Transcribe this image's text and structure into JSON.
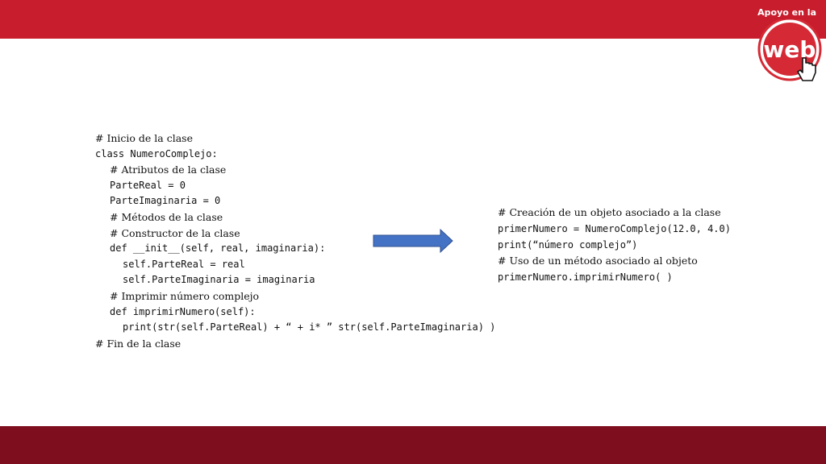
{
  "header": {
    "brand_caption": "Apoyo en la",
    "logo_text": "web",
    "colors": {
      "top_bar": "#c81d2c",
      "bottom_bar": "#7e0e1d",
      "arrow": "#4472c4"
    }
  },
  "left_code": {
    "lines": [
      {
        "text": "# Inicio de la clase",
        "kind": "comment",
        "indent": 0
      },
      {
        "text": "class NumeroComplejo:",
        "kind": "code",
        "indent": 0
      },
      {
        "text": "# Atributos de la clase",
        "kind": "comment",
        "indent": 1
      },
      {
        "text": "ParteReal = 0",
        "kind": "code",
        "indent": 1
      },
      {
        "text": "ParteImaginaria = 0",
        "kind": "code",
        "indent": 1
      },
      {
        "text": "# Métodos de la clase",
        "kind": "comment",
        "indent": 1
      },
      {
        "text": "# Constructor de la clase",
        "kind": "comment",
        "indent": 1
      },
      {
        "text": "def __init__(self, real, imaginaria):",
        "kind": "code",
        "indent": 1
      },
      {
        "text": "self.ParteReal = real",
        "kind": "code",
        "indent": 2
      },
      {
        "text": "self.ParteImaginaria = imaginaria",
        "kind": "code",
        "indent": 2
      },
      {
        "text": "# Imprimir número complejo",
        "kind": "comment",
        "indent": 1
      },
      {
        "text": "def imprimirNumero(self):",
        "kind": "code",
        "indent": 1
      },
      {
        "text": "print(str(self.ParteReal) + “ + i* ” str(self.ParteImaginaria) )",
        "kind": "code",
        "indent": 2
      },
      {
        "text": "# Fin de la clase",
        "kind": "comment",
        "indent": 0
      }
    ]
  },
  "right_code": {
    "lines": [
      {
        "text": "# Creación de un objeto asociado a la clase",
        "kind": "comment"
      },
      {
        "text": "primerNumero = NumeroComplejo(12.0, 4.0)",
        "kind": "code"
      },
      {
        "text": "print(“número complejo”)",
        "kind": "code"
      },
      {
        "text": "# Uso de un método asociado al objeto",
        "kind": "comment"
      },
      {
        "text": "primerNumero.imprimirNumero( )",
        "kind": "code"
      }
    ]
  }
}
